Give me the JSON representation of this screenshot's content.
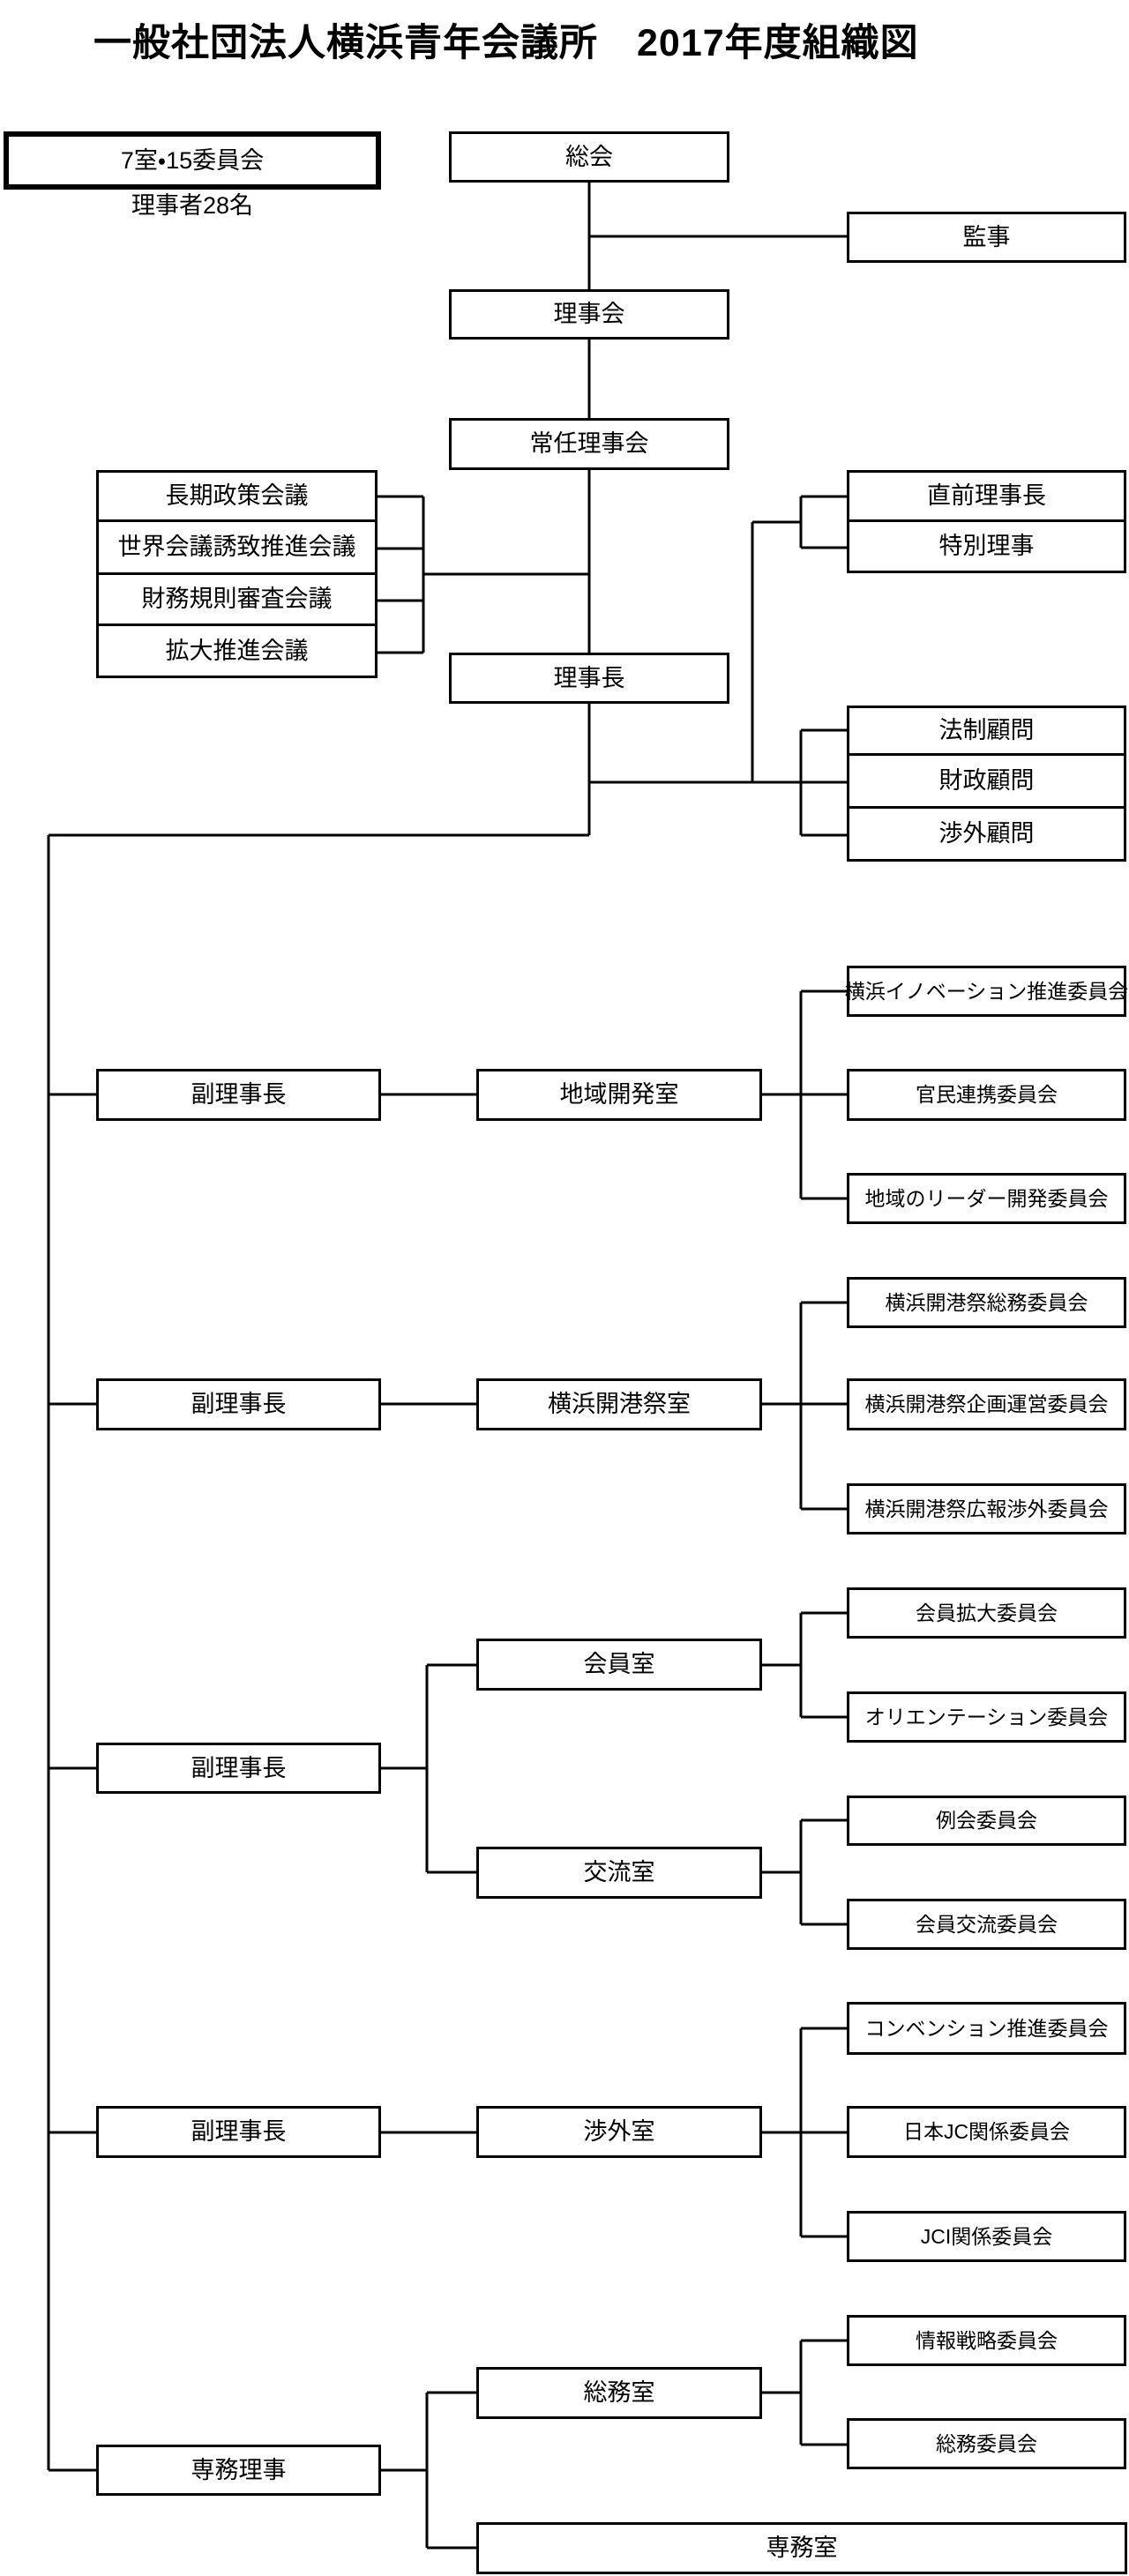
{
  "title": "一般社団法人横浜青年会議所　2017年度組織図",
  "summary_box": {
    "label": "7室・15委員会",
    "note": "理事者28名"
  },
  "nodes": {
    "soukai": "総会",
    "kanji": "監事",
    "rijikai": "理事会",
    "jounin_rijikai": "常任理事会",
    "chouki_seisaku": "長期政策会議",
    "sekai_kaigi": "世界会議誘致推進会議",
    "zaimu_kisoku": "財務規則審査会議",
    "kakudai_suishin": "拡大推進会議",
    "chokuzen_rijicho": "直前理事長",
    "tokubetsu_riji": "特別理事",
    "rijicho": "理事長",
    "housei_komon": "法制顧問",
    "zaisei_komon": "財政顧問",
    "shougai_komon": "渉外顧問",
    "fuku_rijicho": "副理事長",
    "senmu_riji": "専務理事",
    "chiiki_kaihatsu_room": "地域開発室",
    "yokohama_innovation": "横浜イノベーション推進委員会",
    "kanmin_renkei": "官民連携委員会",
    "chiiki_leader": "地域のリーダー開発委員会",
    "kaikousai_room": "横浜開港祭室",
    "kaikousai_soumu": "横浜開港祭総務委員会",
    "kaikousai_kikaku": "横浜開港祭企画運営委員会",
    "kaikousai_kouhou": "横浜開港祭広報渉外委員会",
    "kaiin_room": "会員室",
    "kaiin_kakudai": "会員拡大委員会",
    "orientation": "オリエンテーション委員会",
    "kouryu_room": "交流室",
    "reikai": "例会委員会",
    "kaiin_kouryu": "会員交流委員会",
    "shougai_room": "渉外室",
    "convention_suishin": "コンベンション推進委員会",
    "nihon_jc_kankei": "日本JC関係委員会",
    "jci_kankei": "JCI関係委員会",
    "soumu_room": "総務室",
    "jouhou_senryaku": "情報戦略委員会",
    "soumu_iinkai": "総務委員会",
    "senmu_room": "専務室"
  }
}
